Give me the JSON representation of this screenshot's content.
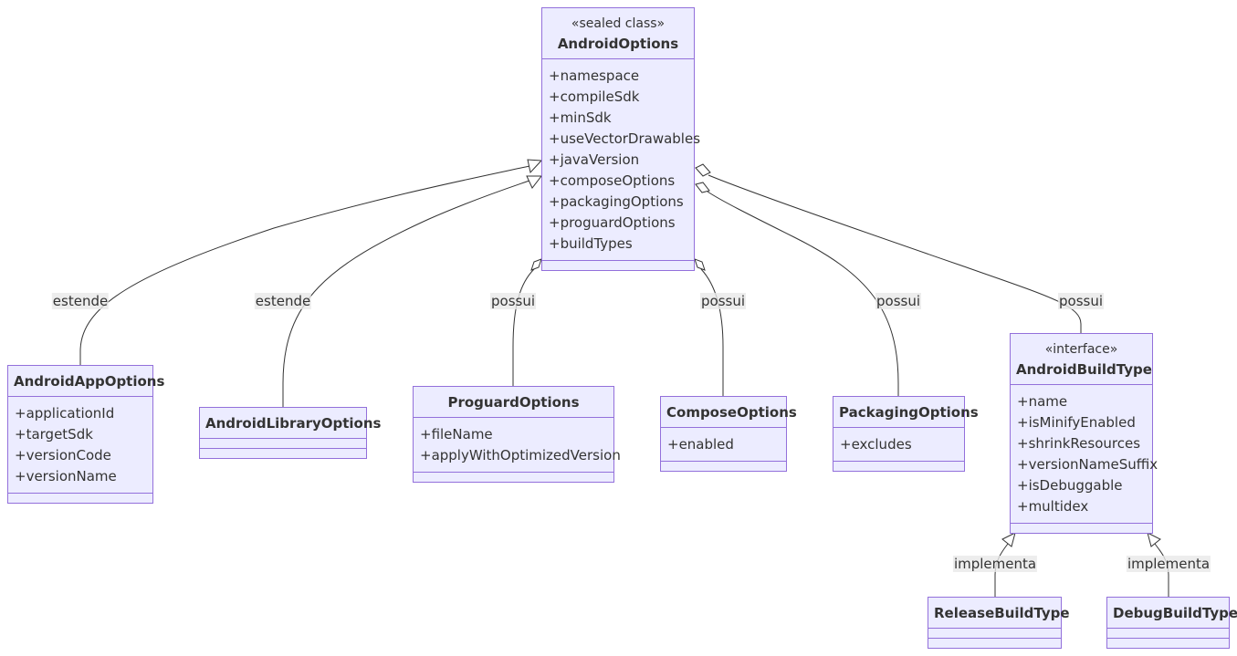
{
  "classes": {
    "androidOptions": {
      "stereotype": "«sealed class»",
      "name": "AndroidOptions",
      "members": [
        "+namespace",
        "+compileSdk",
        "+minSdk",
        "+useVectorDrawables",
        "+javaVersion",
        "+composeOptions",
        "+packagingOptions",
        "+proguardOptions",
        "+buildTypes"
      ]
    },
    "androidAppOptions": {
      "name": "AndroidAppOptions",
      "members": [
        "+applicationId",
        "+targetSdk",
        "+versionCode",
        "+versionName"
      ]
    },
    "androidLibraryOptions": {
      "name": "AndroidLibraryOptions",
      "members": []
    },
    "proguardOptions": {
      "name": "ProguardOptions",
      "members": [
        "+fileName",
        "+applyWithOptimizedVersion"
      ]
    },
    "composeOptions": {
      "name": "ComposeOptions",
      "members": [
        "+enabled"
      ]
    },
    "packagingOptions": {
      "name": "PackagingOptions",
      "members": [
        "+excludes"
      ]
    },
    "androidBuildType": {
      "stereotype": "«interface»",
      "name": "AndroidBuildType",
      "members": [
        "+name",
        "+isMinifyEnabled",
        "+shrinkResources",
        "+versionNameSuffix",
        "+isDebuggable",
        "+multidex"
      ]
    },
    "releaseBuildType": {
      "name": "ReleaseBuildType",
      "members": []
    },
    "debugBuildType": {
      "name": "DebugBuildType",
      "members": []
    }
  },
  "edge_labels": {
    "extends_app": "estende",
    "extends_lib": "estende",
    "has_proguard": "possui",
    "has_compose": "possui",
    "has_packaging": "possui",
    "has_buildtype": "possui",
    "implements_release": "implementa",
    "implements_debug": "implementa"
  },
  "colors": {
    "node_fill": "#ECECFF",
    "node_border": "#9370DB",
    "edge": "#333333",
    "label_bg": "#E8E8E8"
  }
}
